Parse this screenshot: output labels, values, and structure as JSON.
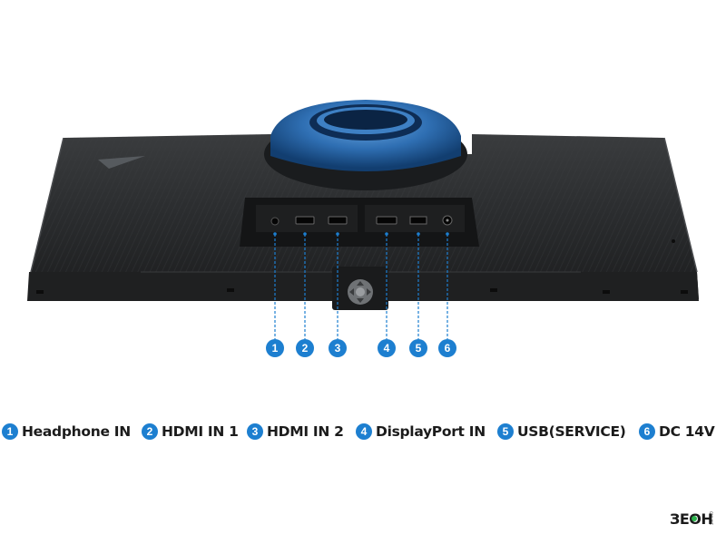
{
  "ports": [
    {
      "number": "1",
      "label": "Headphone IN"
    },
    {
      "number": "2",
      "label": "HDMI IN 1"
    },
    {
      "number": "3",
      "label": "HDMI IN 2"
    },
    {
      "number": "4",
      "label": "DisplayPort IN"
    },
    {
      "number": "5",
      "label": "USB(SERVICE)"
    },
    {
      "number": "6",
      "label": "DC 14V"
    }
  ],
  "watermark": {
    "text": "ЗЕОН",
    "sub": "ONLINE"
  },
  "colors": {
    "accent_blue": "#1d7fd0",
    "monitor_body": "#262829",
    "ring_blue": "#2f6fb3",
    "text": "#1b1b1b"
  }
}
